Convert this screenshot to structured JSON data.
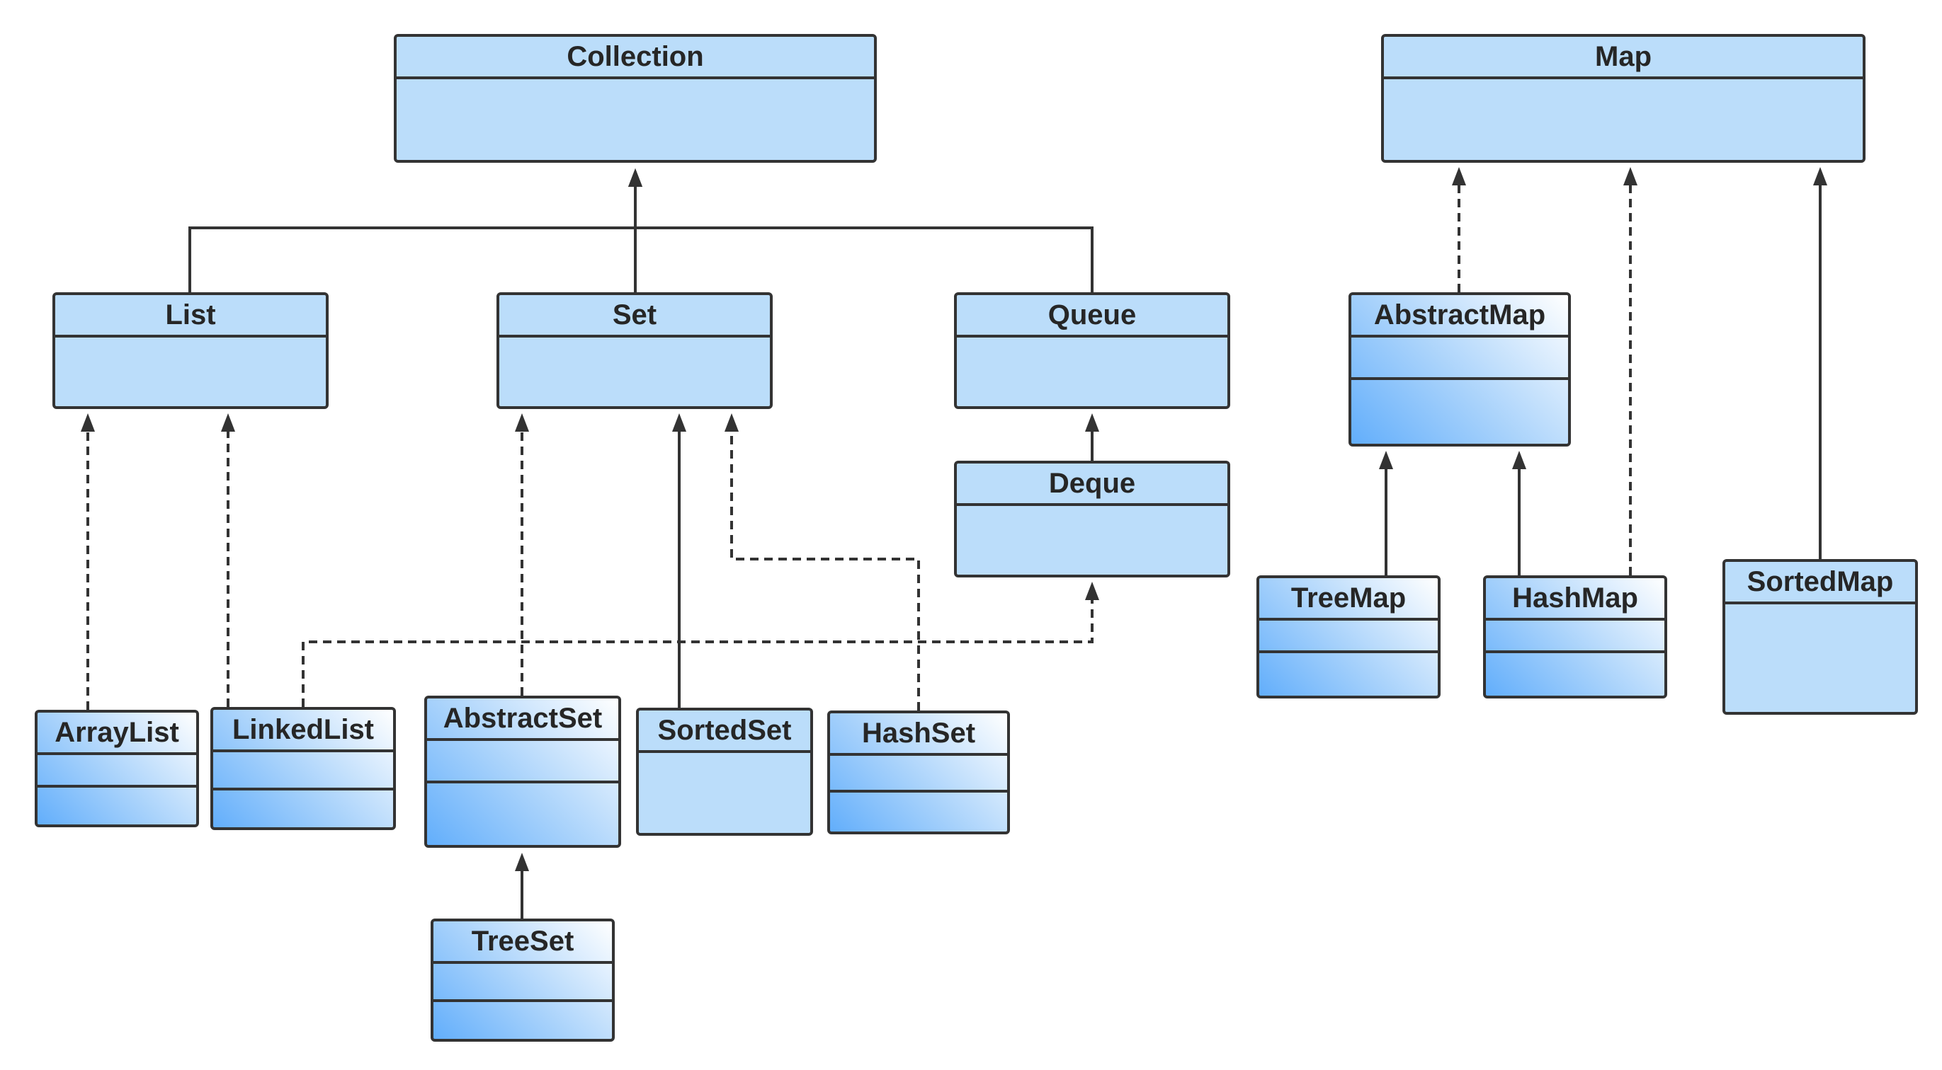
{
  "diagram": {
    "nodes": [
      {
        "id": "collection",
        "label": "Collection",
        "style": "flat",
        "sections": 1
      },
      {
        "id": "map",
        "label": "Map",
        "style": "flat",
        "sections": 1
      },
      {
        "id": "list",
        "label": "List",
        "style": "flat",
        "sections": 1
      },
      {
        "id": "set",
        "label": "Set",
        "style": "flat",
        "sections": 1
      },
      {
        "id": "queue",
        "label": "Queue",
        "style": "flat",
        "sections": 1
      },
      {
        "id": "deque",
        "label": "Deque",
        "style": "flat",
        "sections": 1
      },
      {
        "id": "abstractmap",
        "label": "AbstractMap",
        "style": "gradient",
        "sections": 2
      },
      {
        "id": "treemap",
        "label": "TreeMap",
        "style": "gradient",
        "sections": 2
      },
      {
        "id": "hashmap",
        "label": "HashMap",
        "style": "gradient",
        "sections": 2
      },
      {
        "id": "sortedmap",
        "label": "SortedMap",
        "style": "flat",
        "sections": 1
      },
      {
        "id": "arraylist",
        "label": "ArrayList",
        "style": "gradient",
        "sections": 2
      },
      {
        "id": "linkedlist",
        "label": "LinkedList",
        "style": "gradient",
        "sections": 2
      },
      {
        "id": "abstractset",
        "label": "AbstractSet",
        "style": "gradient",
        "sections": 2
      },
      {
        "id": "sortedset",
        "label": "SortedSet",
        "style": "flat",
        "sections": 1
      },
      {
        "id": "hashset",
        "label": "HashSet",
        "style": "gradient",
        "sections": 2
      },
      {
        "id": "treeset",
        "label": "TreeSet",
        "style": "gradient",
        "sections": 2
      }
    ],
    "edges": [
      {
        "from": "list",
        "to": "collection",
        "type": "inheritance"
      },
      {
        "from": "set",
        "to": "collection",
        "type": "inheritance"
      },
      {
        "from": "queue",
        "to": "collection",
        "type": "inheritance"
      },
      {
        "from": "deque",
        "to": "queue",
        "type": "inheritance"
      },
      {
        "from": "arraylist",
        "to": "list",
        "type": "realization"
      },
      {
        "from": "linkedlist",
        "to": "list",
        "type": "realization"
      },
      {
        "from": "linkedlist",
        "to": "deque",
        "type": "realization"
      },
      {
        "from": "abstractset",
        "to": "set",
        "type": "realization"
      },
      {
        "from": "sortedset",
        "to": "set",
        "type": "inheritance"
      },
      {
        "from": "hashset",
        "to": "set",
        "type": "realization"
      },
      {
        "from": "treeset",
        "to": "abstractset",
        "type": "inheritance"
      },
      {
        "from": "abstractmap",
        "to": "map",
        "type": "realization"
      },
      {
        "from": "treemap",
        "to": "abstractmap",
        "type": "inheritance"
      },
      {
        "from": "hashmap",
        "to": "abstractmap",
        "type": "inheritance"
      },
      {
        "from": "hashmap",
        "to": "map",
        "type": "realization"
      },
      {
        "from": "sortedmap",
        "to": "map",
        "type": "inheritance"
      }
    ]
  },
  "colors": {
    "box_fill": "#bbddfa",
    "gradient_dark": "#62aefb",
    "gradient_light": "#ffffff",
    "border": "#333333",
    "line": "#333333",
    "text": "#262626"
  }
}
